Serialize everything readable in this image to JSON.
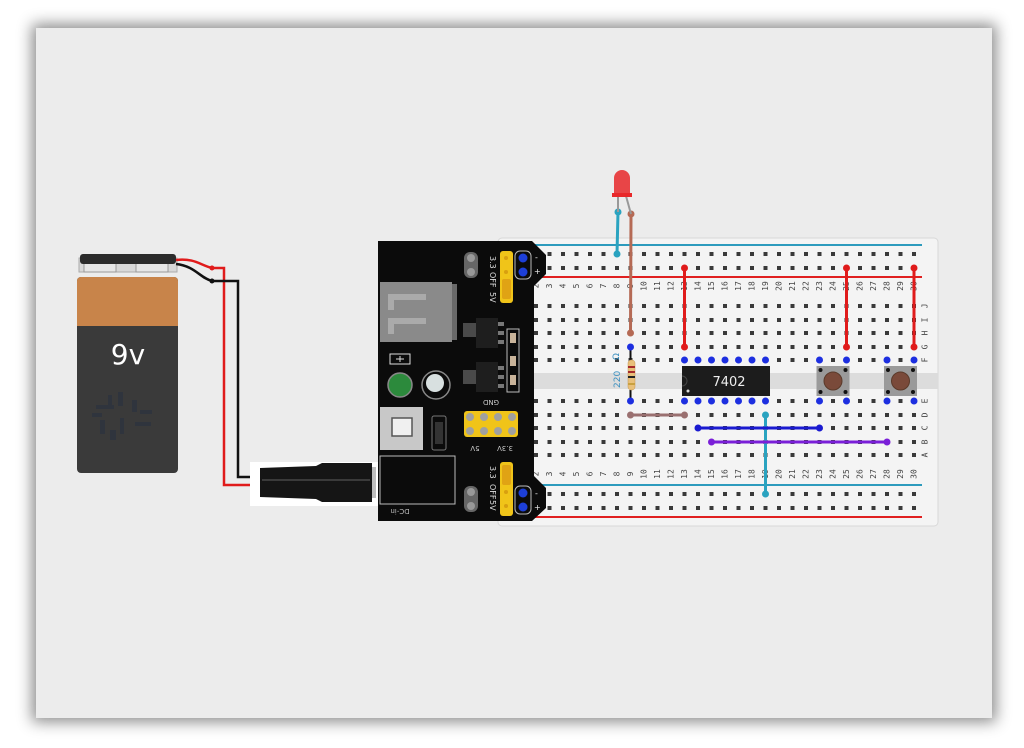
{
  "battery": {
    "label": "9v",
    "colors": {
      "top": "#c8844a",
      "body": "#3a3a3a",
      "cap": "#2b2b2b"
    }
  },
  "power_module": {
    "top_jumper_labels": {
      "v33": "3.3",
      "off": "OFF",
      "v5": "5V"
    },
    "bottom_jumper_labels": {
      "v33": "3.3",
      "off": "OFF",
      "v5": "5V"
    },
    "header_label": "GND",
    "header_left_label": "5V",
    "header_right_label": "3.3V",
    "dc_label": "DC-in",
    "rail_minus": "-",
    "rail_plus": "+"
  },
  "breadboard": {
    "columns": [
      2,
      3,
      4,
      5,
      6,
      7,
      8,
      9,
      10,
      11,
      12,
      13,
      14,
      15,
      16,
      17,
      18,
      19,
      20,
      21,
      22,
      23,
      24,
      25,
      26,
      27,
      28,
      29,
      30
    ],
    "top_rows": [
      "J",
      "I",
      "H",
      "G",
      "F"
    ],
    "bottom_rows": [
      "E",
      "D",
      "C",
      "B",
      "A"
    ],
    "colors": {
      "rail_blue": "#2d9bbd",
      "rail_red": "#e02020",
      "hole": "#3a3a3a",
      "board": "#f3f3f3"
    }
  },
  "components": {
    "chip": {
      "label": "7402"
    },
    "resistor": {
      "label": "220",
      "unit_symbol": "Ω"
    },
    "led": {
      "color": "#e8282a"
    },
    "buttons": [
      {
        "name": "button-1"
      },
      {
        "name": "button-2"
      }
    ]
  },
  "wire_colors": {
    "red": "#e01b1b",
    "cyan": "#2aa3c0",
    "brown": "#b56a55",
    "mauve": "#9a7070",
    "blue": "#1a1ad0",
    "purple": "#7a1fd8",
    "black": "#111111"
  }
}
